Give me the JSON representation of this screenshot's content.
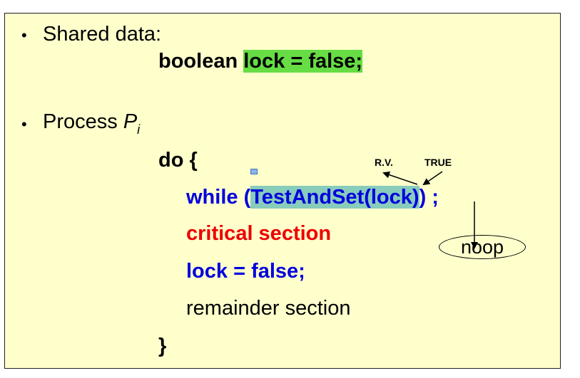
{
  "bullets": [
    {
      "label": "Shared data:"
    },
    {
      "label": "Process ",
      "italic": "P",
      "subscript": "i"
    }
  ],
  "code": {
    "decl_type": "boolean ",
    "decl_highlight": "lock = false;",
    "do_open": "do {",
    "while_kw": "while (",
    "while_call": "TestAndSet(lock)",
    "while_close": ") ;",
    "critical": "critical section",
    "release": "lock = false;",
    "remainder": "remainder section",
    "close": "}"
  },
  "annotations": {
    "rv": "R.V.",
    "true": "TRUE",
    "noop": "noop"
  },
  "colors": {
    "background": "#ffffcc",
    "blue_text": "#0000dd",
    "red_text": "#ee0000",
    "green_highlight": "#66dd44",
    "teal_highlight": "#88ccbb"
  }
}
